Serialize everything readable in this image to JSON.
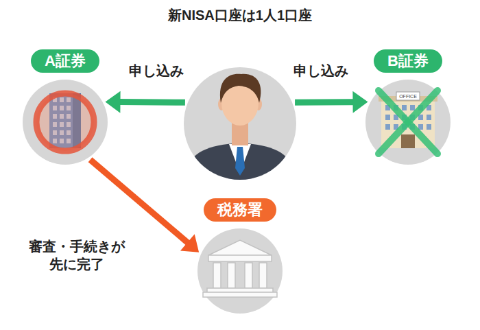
{
  "diagram": {
    "title": "新NISA口座は1人1口座",
    "nodes": [
      {
        "text": [
          "A証券"
        ]
      },
      {
        "text": []
      },
      {
        "text": [
          "B証券"
        ]
      },
      {
        "text": [
          "税務署"
        ]
      }
    ],
    "edges": [
      {
        "from": 1,
        "to": 0,
        "label": "申し込み",
        "arrow": "to"
      },
      {
        "from": 1,
        "to": 2,
        "label": "申し込み",
        "arrow": "to"
      },
      {
        "from": 0,
        "to": 3,
        "label": "審査・手続きが 先に完了",
        "arrow": "to"
      }
    ],
    "labels": [
      "OFFICE"
    ]
  }
}
